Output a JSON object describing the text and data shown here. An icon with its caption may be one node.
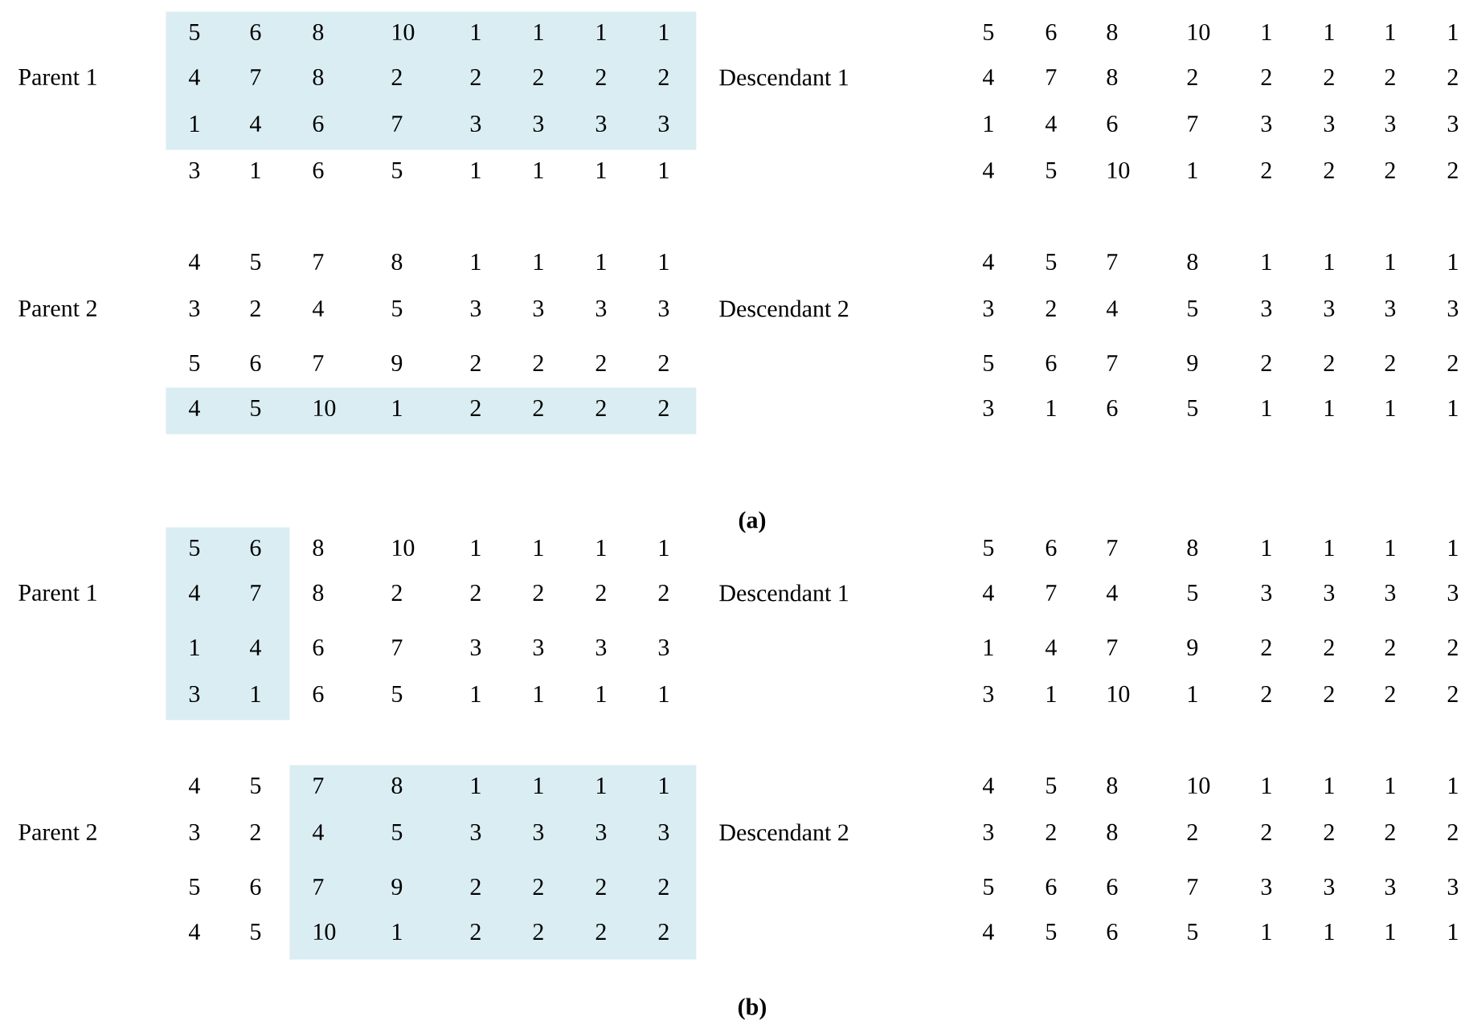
{
  "diagram": {
    "nodes": [
      {
        "text": [
          "5",
          "6",
          "8",
          "10",
          "1",
          "1",
          "1",
          "1",
          "4",
          "7",
          "8",
          "2",
          "2",
          "2",
          "2",
          "2",
          "1",
          "4",
          "6",
          "7",
          "3",
          "3",
          "3",
          "3"
        ]
      },
      {
        "text": [
          "4",
          "5",
          "10",
          "1",
          "2",
          "2",
          "2",
          "2"
        ]
      },
      {
        "text": [
          "5",
          "6",
          "4",
          "7",
          "1",
          "4",
          "3",
          "1"
        ]
      },
      {
        "text": [
          "7",
          "8",
          "1",
          "1",
          "1",
          "1",
          "4",
          "5",
          "3",
          "3",
          "3",
          "3",
          "7",
          "9",
          "2",
          "2",
          "2",
          "2",
          "10",
          "1",
          "2",
          "2",
          "2",
          "2"
        ]
      }
    ],
    "labels": [
      "5",
      "6",
      "8",
      "10",
      "1",
      "1",
      "1",
      "1",
      "Parent 1",
      "Descendant 1",
      "4",
      "7",
      "8",
      "2",
      "2",
      "2",
      "2",
      "2",
      "1",
      "4",
      "6",
      "7",
      "3",
      "3",
      "3",
      "3",
      "3",
      "1",
      "6",
      "5",
      "1",
      "1",
      "1",
      "1",
      "4",
      "5",
      "10",
      "1",
      "2",
      "2",
      "2",
      "2",
      "4",
      "5",
      "7",
      "8",
      "1",
      "1",
      "1",
      "1",
      "4",
      "5",
      "7",
      "8",
      "1",
      "1",
      "1",
      "1",
      "Parent 2",
      "3",
      "2",
      "4",
      "5",
      "3",
      "3",
      "3",
      "3",
      "Descendant 2",
      "3",
      "2",
      "4",
      "5",
      "3",
      "3",
      "3",
      "3",
      "5",
      "6",
      "7",
      "9",
      "2",
      "2",
      "2",
      "2",
      "5",
      "6",
      "7",
      "9",
      "2",
      "2",
      "2",
      "2",
      "3",
      "1",
      "6",
      "5",
      "1",
      "1",
      "1",
      "1",
      "(a)",
      "8",
      "10",
      "1",
      "1",
      "1",
      "1",
      "5",
      "6",
      "7",
      "8",
      "1",
      "1",
      "1",
      "1",
      "Parent 1",
      "8",
      "2",
      "2",
      "2",
      "2",
      "2",
      "Descendant 1",
      "4",
      "7",
      "4",
      "5",
      "3",
      "3",
      "3",
      "3",
      "6",
      "7",
      "3",
      "3",
      "3",
      "3",
      "1",
      "4",
      "7",
      "9",
      "2",
      "2",
      "2",
      "2",
      "6",
      "5",
      "1",
      "1",
      "1",
      "1",
      "3",
      "1",
      "10",
      "1",
      "2",
      "2",
      "2",
      "2",
      "4",
      "5",
      "4",
      "5",
      "8",
      "10",
      "1",
      "1",
      "1",
      "1",
      "Parent 2",
      "3",
      "2",
      "Descendant 2",
      "3",
      "2",
      "8",
      "2",
      "2",
      "2",
      "2",
      "2",
      "5",
      "6",
      "5",
      "6",
      "6",
      "7",
      "3",
      "3",
      "3",
      "3",
      "4",
      "5",
      "4",
      "5",
      "6",
      "5",
      "1",
      "1",
      "1",
      "1",
      "(b)"
    ]
  }
}
